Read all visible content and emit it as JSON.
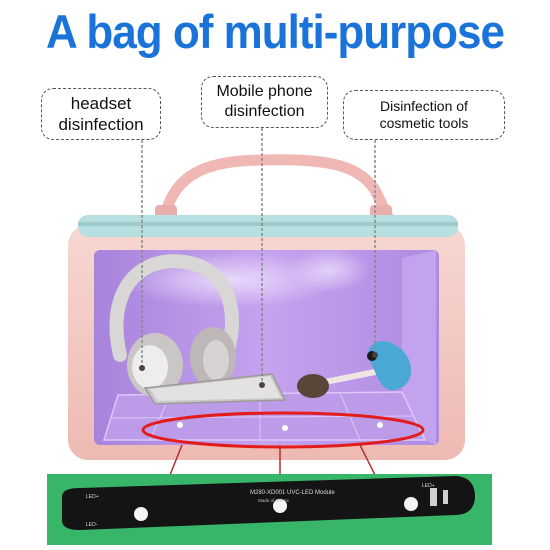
{
  "title": "A bag of multi-purpose",
  "callouts": {
    "headset": {
      "line1": "headset",
      "line2": "disinfection"
    },
    "phone": {
      "line1": "Mobile phone",
      "line2": "disinfection"
    },
    "cosmetic": {
      "line1": "Disinfection of",
      "line2": "cosmetic tools"
    }
  },
  "pcb": {
    "model_text": "M280-XD001 UVC-LED Module",
    "sub_text": "Made of Shi-Ke",
    "pad_left_top": "LED+",
    "pad_left_bottom": "LED-",
    "pad_right_top": "LED+"
  },
  "colors": {
    "title": "#1a73d9",
    "bag_shell": "#f3c9c4",
    "interior_uv": "#b98fe6",
    "zipper": "#b7dfe0",
    "pcb_green": "#37b66a",
    "highlight_ring": "#e21b1b"
  }
}
